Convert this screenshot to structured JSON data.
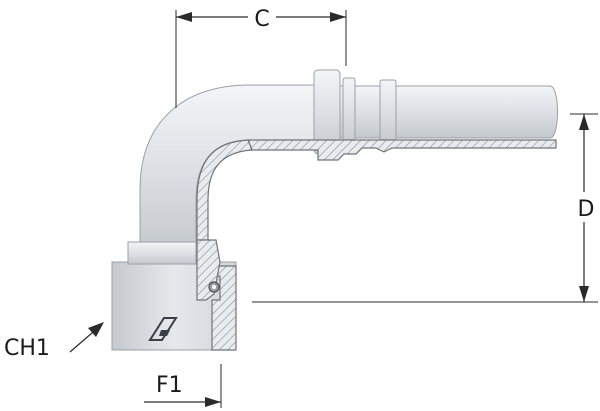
{
  "dimensions": {
    "c": "C",
    "d": "D",
    "ch1": "CH1",
    "f1": "F1"
  },
  "colors": {
    "metal_light": "#eceff2",
    "metal_mid": "#d3d7dc",
    "metal_dark": "#b9bec4",
    "line": "#2a2a2a"
  },
  "logo": {
    "icon": "manufacturer-logo-icon"
  }
}
